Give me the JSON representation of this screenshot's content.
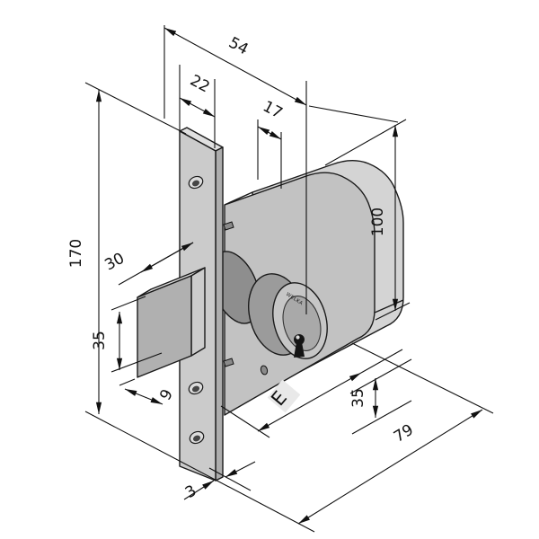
{
  "brand": {
    "cylinder_face_text": "WELKA"
  },
  "dimensions": {
    "depth_total": "54",
    "plate_width": "22",
    "cylinder_to_face": "17",
    "plate_height": "170",
    "body_height": "100",
    "bolt_throw": "30",
    "bolt_height": "35",
    "bolt_offset": "9",
    "plate_thickness": "3",
    "backset": "E",
    "cylinder_axis_height": "35",
    "body_width": "79"
  },
  "colors": {
    "background": "#ffffff",
    "line": "#1a1a1a",
    "plate_front": "#cbcbcb",
    "plate_side": "#adadad",
    "plate_top": "#e0e0e0",
    "case_front": "#c2c2c2",
    "case_back": "#d4d4d4",
    "bolt_front": "#b0b0b0",
    "bolt_top": "#dadada",
    "bolt_side": "#cccccc",
    "bolt_core": "#8e8e8e",
    "cylinder_body": "#9b9b9b",
    "cylinder_ring": "#c6c6c6",
    "cylinder_inner": "#a9a9a9",
    "backset_patch": "#e9e9e9"
  }
}
